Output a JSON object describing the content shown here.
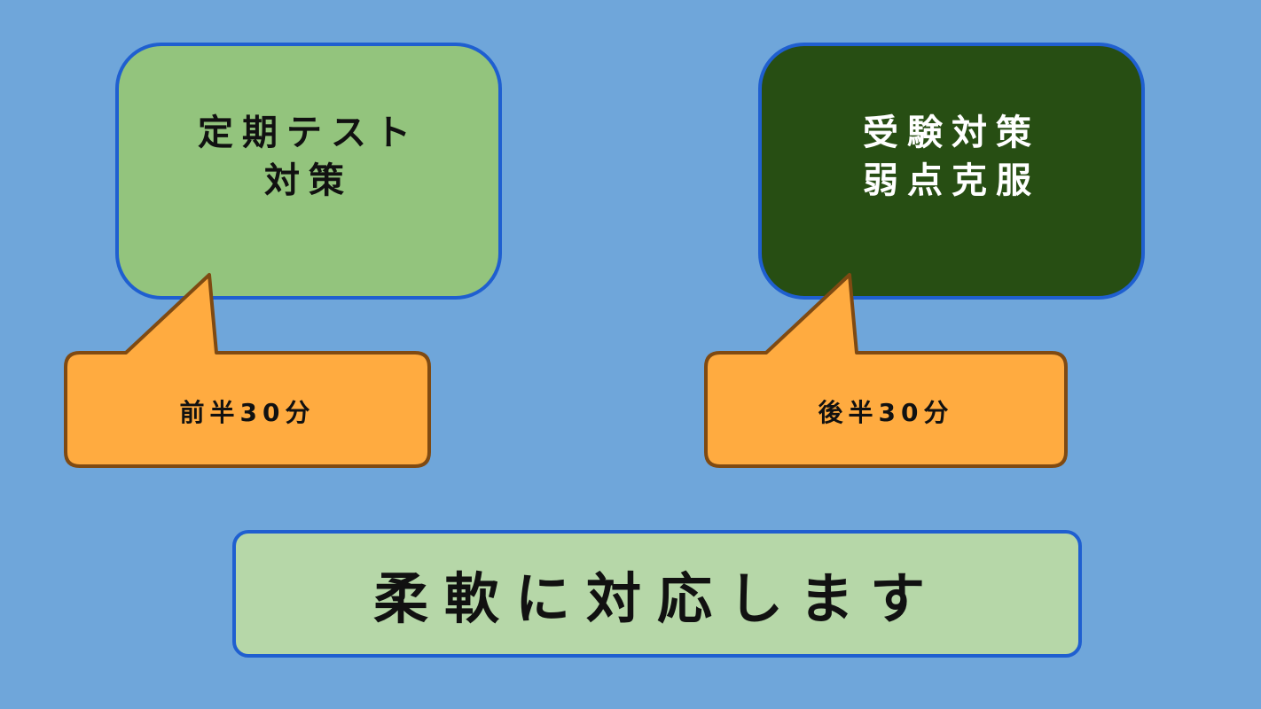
{
  "topics": {
    "left": {
      "lines": [
        "定期テスト",
        "対策"
      ]
    },
    "right": {
      "lines": [
        "受験対策",
        "弱点克服"
      ]
    }
  },
  "callouts": {
    "left": {
      "label": "前半30分"
    },
    "right": {
      "label": "後半30分"
    }
  },
  "banner": {
    "label": "柔軟に対応します"
  },
  "colors": {
    "background": "#6fa6da",
    "topic_left_fill": "#93c47d",
    "topic_right_fill": "#274e13",
    "callout_fill": "#ffab40",
    "callout_border": "#7f4a12",
    "banner_fill": "#b6d7a8",
    "outline_blue": "#1f5fd0"
  }
}
